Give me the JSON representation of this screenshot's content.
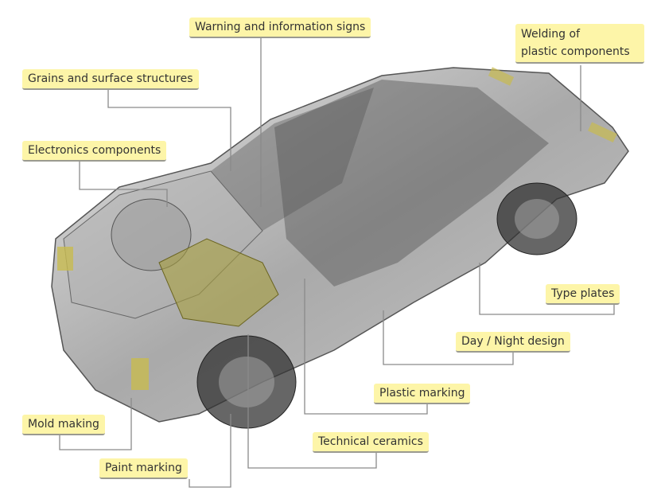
{
  "labels": {
    "warning": "Warning and information signs",
    "welding_1": "Welding of",
    "welding_2": "plastic components",
    "grains": "Grains and surface structures",
    "electronics": "Electronics components",
    "type_plates": "Type plates",
    "day_night": "Day / Night design",
    "plastic_marking": "Plastic marking",
    "technical_ceramics": "Technical ceramics",
    "mold_making": "Mold making",
    "paint_marking": "Paint marking"
  },
  "colors": {
    "label_bg": "#fdf5a8",
    "leader_line": "#8a8a8a",
    "car_body": "#9a9a9a",
    "components": "#b8b040"
  }
}
